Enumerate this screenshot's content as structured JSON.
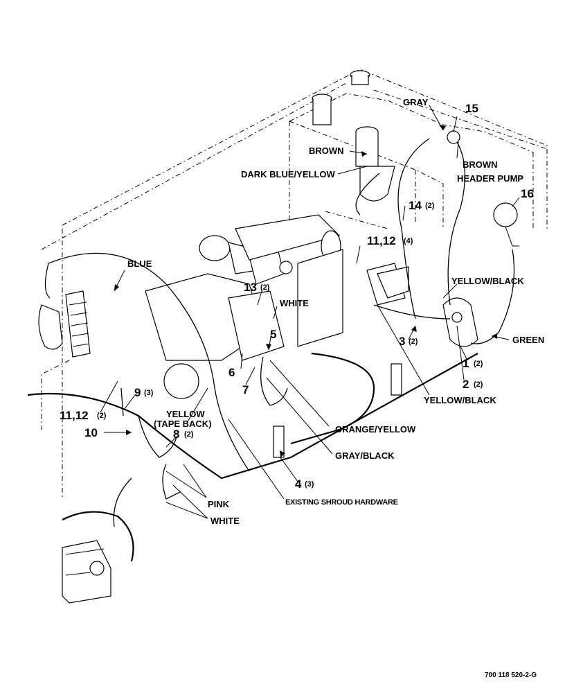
{
  "labels": {
    "gray": "GRAY",
    "item15": "15",
    "brown_top": "BROWN",
    "brown_right": "BROWN",
    "header_pump": "HEADER PUMP",
    "dark_blue_yellow": "DARK BLUE/YELLOW",
    "item16": "16",
    "item14": "14",
    "item14_qty": "(2)",
    "item11_12_top": "11,12",
    "item11_12_top_qty": "(4)",
    "blue": "BLUE",
    "item13": "13",
    "item13_qty": "(2)",
    "white_mid": "WHITE",
    "yellow_black_top": "YELLOW/BLACK",
    "item5": "5",
    "green": "GREEN",
    "item3": "3",
    "item3_qty": "(2)",
    "item1": "1",
    "item1_qty": "(2)",
    "item6": "6",
    "item2": "2",
    "item2_qty": "(2)",
    "item7": "7",
    "item9": "9",
    "item9_qty": "(3)",
    "yellow_black_bottom": "YELLOW/BLACK",
    "item11_12_left": "11,12",
    "item11_12_left_qty": "(2)",
    "orange_yellow": "ORANGE/YELLOW",
    "yellow_tape": "YELLOW",
    "tape_back": "(TAPE BACK)",
    "item10": "10",
    "item8": "8",
    "item8_qty": "(2)",
    "gray_black": "GRAY/BLACK",
    "item4": "4",
    "item4_qty": "(3)",
    "existing_shroud": "EXISTING SHROUD HARDWARE",
    "pink": "PINK",
    "white_bottom": "WHITE",
    "figure_id": "700 118 520-2-G"
  }
}
